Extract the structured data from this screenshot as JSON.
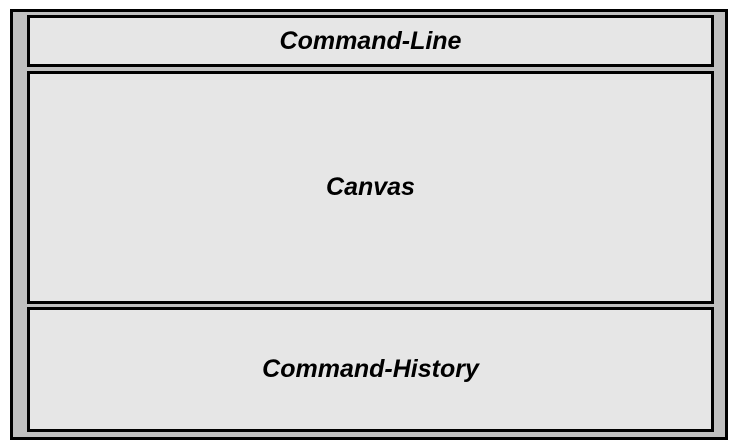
{
  "layout_diagram": {
    "panels": {
      "command_line": "Command-Line",
      "canvas": "Canvas",
      "command_history": "Command-History"
    },
    "colors": {
      "frame": "#c0c0c0",
      "panel": "#e6e6e6",
      "border": "#000000"
    }
  }
}
